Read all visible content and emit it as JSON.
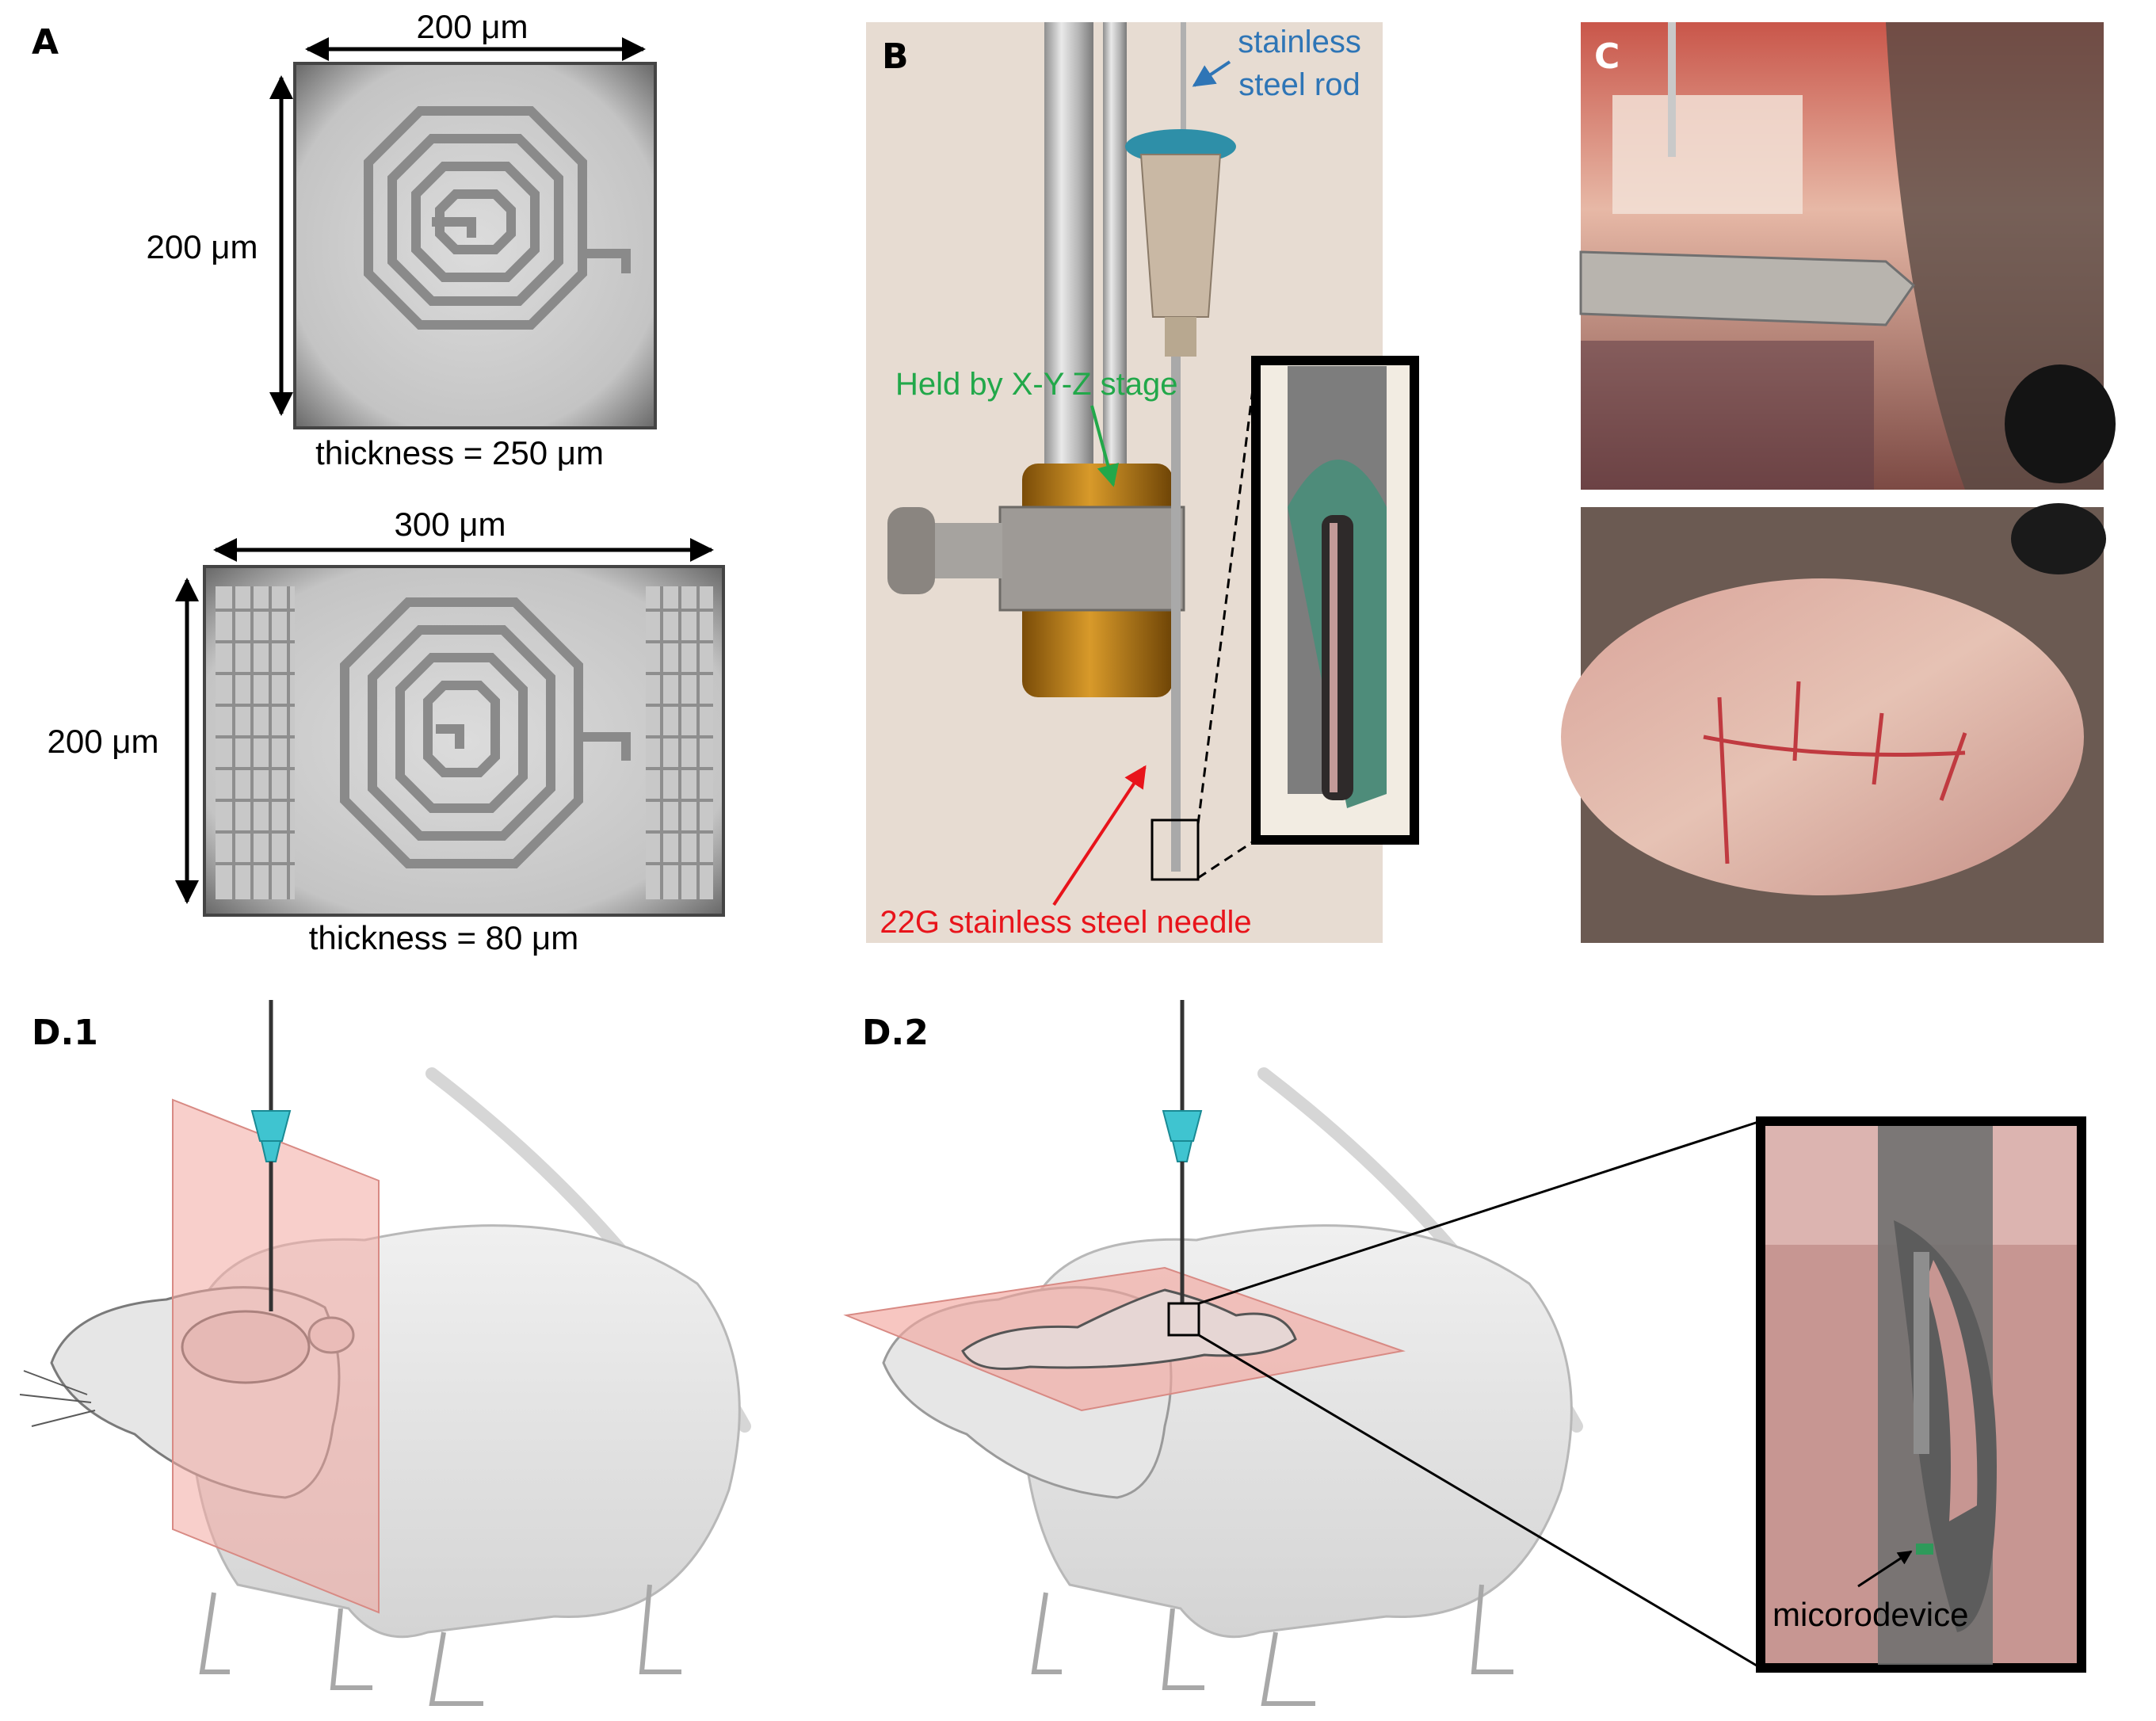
{
  "panels": {
    "a": "A",
    "b": "B",
    "c": "C",
    "d1": "D.1",
    "d2": "D.2"
  },
  "panel_a": {
    "chip1": {
      "width": "200 μm",
      "height": "200 μm",
      "thickness": "thickness = 250 μm"
    },
    "chip2": {
      "width": "300 μm",
      "height": "200 μm",
      "thickness": "thickness = 80 μm"
    }
  },
  "panel_b": {
    "rod_line1": "stainless",
    "rod_line2": "steel rod",
    "stage": "Held by X-Y-Z stage",
    "needle": "22G stainless steel needle"
  },
  "panel_d2": {
    "device": "micorodevice"
  },
  "colors": {
    "rod": "#2e75b6",
    "stage": "#22a84a",
    "needle": "#e8141b",
    "plane": "#f2a7a0",
    "syringe": "#3fc4d0"
  }
}
